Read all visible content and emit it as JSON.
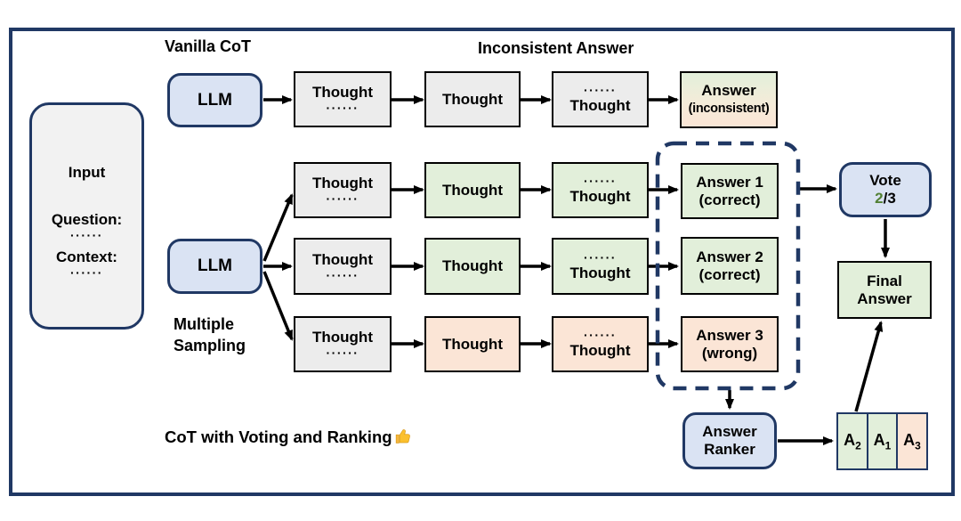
{
  "labels": {
    "vanilla_cot": "Vanilla CoT",
    "inconsistent_answer": "Inconsistent Answer",
    "multiple_sampling": "Multiple Sampling",
    "caption": "CoT with Voting and Ranking",
    "thumbs_up_emoji": "👍"
  },
  "input_box": {
    "title": "Input",
    "question_label": "Question:",
    "question_dots": "······",
    "context_label": "Context:",
    "context_dots": "······"
  },
  "llm": {
    "vanilla_label": "LLM",
    "sampling_label": "LLM"
  },
  "rows": [
    {
      "name": "vanilla",
      "c1_top": "Thought",
      "c1_bot": "······",
      "c2": "Thought",
      "c3_top": "······",
      "c3_bot": "Thought",
      "answer_line1": "Answer",
      "answer_line2": "(inconsistent)"
    },
    {
      "name": "sample-1",
      "c1_top": "Thought",
      "c1_bot": "······",
      "c2": "Thought",
      "c3_top": "······",
      "c3_bot": "Thought",
      "answer_line1": "Answer 1",
      "answer_line2": "(correct)"
    },
    {
      "name": "sample-2",
      "c1_top": "Thought",
      "c1_bot": "······",
      "c2": "Thought",
      "c3_top": "······",
      "c3_bot": "Thought",
      "answer_line1": "Answer 2",
      "answer_line2": "(correct)"
    },
    {
      "name": "sample-3",
      "c1_top": "Thought",
      "c1_bot": "······",
      "c2": "Thought",
      "c3_top": "······",
      "c3_bot": "Thought",
      "answer_line1": "Answer 3",
      "answer_line2": "(wrong)"
    }
  ],
  "vote": {
    "line1": "Vote",
    "numerator": "2",
    "rest": "/3"
  },
  "final_answer": {
    "line1": "Final",
    "line2": "Answer"
  },
  "answer_ranker": {
    "line1": "Answer",
    "line2": "Ranker"
  },
  "ranked": [
    {
      "base": "A",
      "sub": "2",
      "status": "correct"
    },
    {
      "base": "A",
      "sub": "1",
      "status": "correct"
    },
    {
      "base": "A",
      "sub": "3",
      "status": "wrong"
    }
  ],
  "colors": {
    "navy_border": "#203864",
    "light_blue_fill": "#dae3f3",
    "gray_fill": "#ececec",
    "green_fill": "#e2efda",
    "orange_fill": "#fbe5d6",
    "input_fill": "#f2f2f2",
    "vote_number_green": "#538135",
    "arrow_black": "#000000"
  }
}
